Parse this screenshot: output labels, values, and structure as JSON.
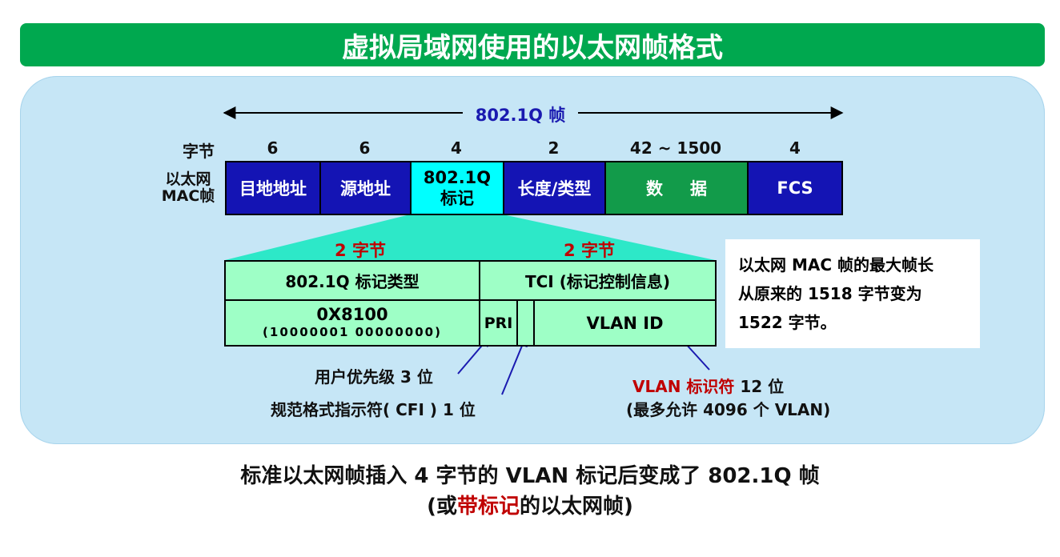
{
  "title": "虚拟局域网使用的以太网帧格式",
  "frame": {
    "label": "802.1Q 帧",
    "bytes_label": "字节",
    "row_label_line1": "以太网",
    "row_label_line2": "MAC帧",
    "fields": [
      {
        "name": "目地地址",
        "bytes": "6"
      },
      {
        "name": "源地址",
        "bytes": "6"
      },
      {
        "name_line1": "802.1Q",
        "name_line2": "标记",
        "bytes": "4"
      },
      {
        "name": "长度/类型",
        "bytes": "2"
      },
      {
        "name": "数据",
        "bytes": "42 ~ 1500"
      },
      {
        "name": "FCS",
        "bytes": "4"
      }
    ]
  },
  "tag_detail": {
    "left_bytes": "2 字节",
    "right_bytes": "2 字节",
    "type_header": "802.1Q 标记类型",
    "tci_header": "TCI (标记控制信息)",
    "type_value": "0X8100",
    "type_binary": "(10000001 00000000)",
    "pri": "PRI",
    "vlan_id": "VLAN ID"
  },
  "note": {
    "line1": "以太网 MAC 帧的最大帧长",
    "line2": "从原来的 1518 字节变为",
    "line3": "1522 字节。"
  },
  "annotations": {
    "pri": "用户优先级 3 位",
    "cfi": "规范格式指示符( CFI ) 1 位",
    "vlan_red": "VLAN 标识符",
    "vlan_rest": " 12 位",
    "vlan_max": "(最多允许 4096 个 VLAN)"
  },
  "footer": {
    "line1": "标准以太网帧插入 4 字节的 VLAN 标记后变成了 802.1Q 帧",
    "line2_a": "(或",
    "line2_red": "带标记",
    "line2_b": "的以太网帧)"
  },
  "colors": {
    "title_green": "#00a84f",
    "panel_blue": "#c6e6f6",
    "mac_blue": "#1414b4",
    "tag_cyan": "#00ffff",
    "data_green": "#129b4a",
    "tci_green": "#9effc6",
    "accent_red": "#c00000"
  }
}
